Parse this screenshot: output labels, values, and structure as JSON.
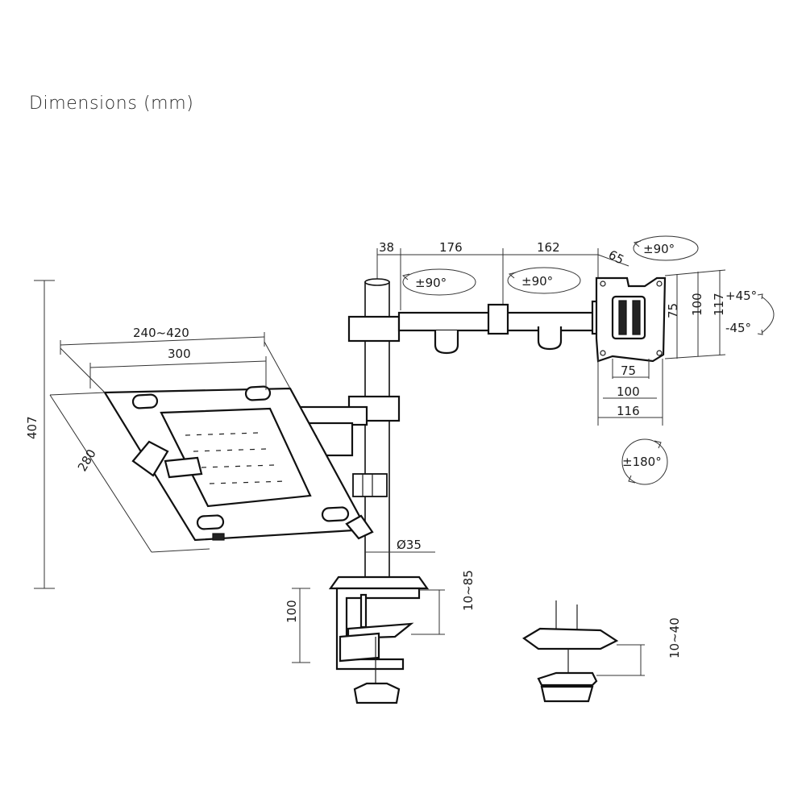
{
  "title": "Dimensions (mm)",
  "labels": {
    "d38": "38",
    "d176": "176",
    "d162": "162",
    "d65": "65",
    "rot90_tilt": "±90°",
    "rot90_a": "±90°",
    "rot90_b": "±90°",
    "tilt_up": "+45°",
    "tilt_down": "-45°",
    "rot180": "±180°",
    "vesa_h75": "75",
    "vesa_h100": "100",
    "vesa_h117": "117",
    "vesa_w75": "75",
    "vesa_w100": "100",
    "vesa_w116": "116",
    "tray_w_range": "240~420",
    "tray_w": "300",
    "tray_d": "280",
    "height_407": "407",
    "pole_dia": "Ø35",
    "clamp_h": "100",
    "clamp_range": "10~85",
    "grommet_range": "10~40"
  }
}
